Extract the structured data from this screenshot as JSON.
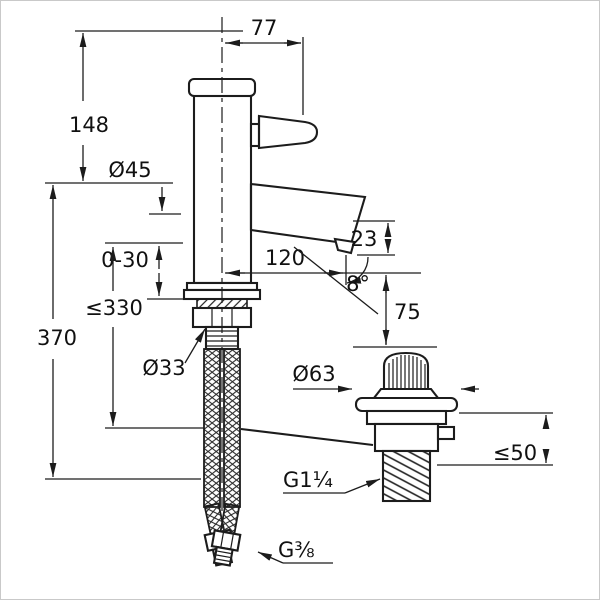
{
  "drawing": {
    "kind": "technical-dimension-drawing",
    "subject": "single-lever basin mixer with pop-up waste",
    "line_color": "#1c1c1c",
    "background": "#ffffff",
    "dimensions": {
      "spout_to_handle_width": "77",
      "upper_body_height": "148",
      "body_diameter": "Ø45",
      "deck_thickness_range": "0-30",
      "hose_length_max": "≤330",
      "overall_height": "370",
      "mounting_hole_diameter": "Ø33",
      "spout_reach": "120",
      "spout_outlet_height": "23",
      "spout_angle": "8°",
      "outlet_to_waste_distance": "75",
      "waste_flange_diameter": "Ø63",
      "waste_height_max": "≤50",
      "waste_thread": "G1¼",
      "supply_thread": "G⅜"
    }
  }
}
